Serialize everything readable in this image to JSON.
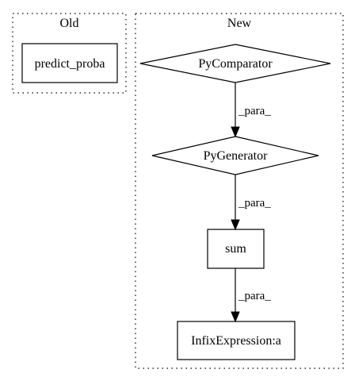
{
  "clusters": {
    "old": {
      "label": "Old"
    },
    "new": {
      "label": "New"
    }
  },
  "nodes": {
    "predict_proba": {
      "label": "predict_proba",
      "shape": "box"
    },
    "py_comparator": {
      "label": "PyComparator",
      "shape": "diamond"
    },
    "py_generator": {
      "label": "PyGenerator",
      "shape": "diamond"
    },
    "sum": {
      "label": "sum",
      "shape": "box"
    },
    "infix_expression": {
      "label": "InfixExpression:a",
      "shape": "box"
    }
  },
  "edges": [
    {
      "from": "PyComparator",
      "to": "PyGenerator",
      "label": "_para_"
    },
    {
      "from": "PyGenerator",
      "to": "sum",
      "label": "_para_"
    },
    {
      "from": "sum",
      "to": "InfixExpression:a",
      "label": "_para_"
    }
  ],
  "colors": {
    "stroke": "#000000",
    "fill": "#ffffff",
    "text": "#000000"
  }
}
